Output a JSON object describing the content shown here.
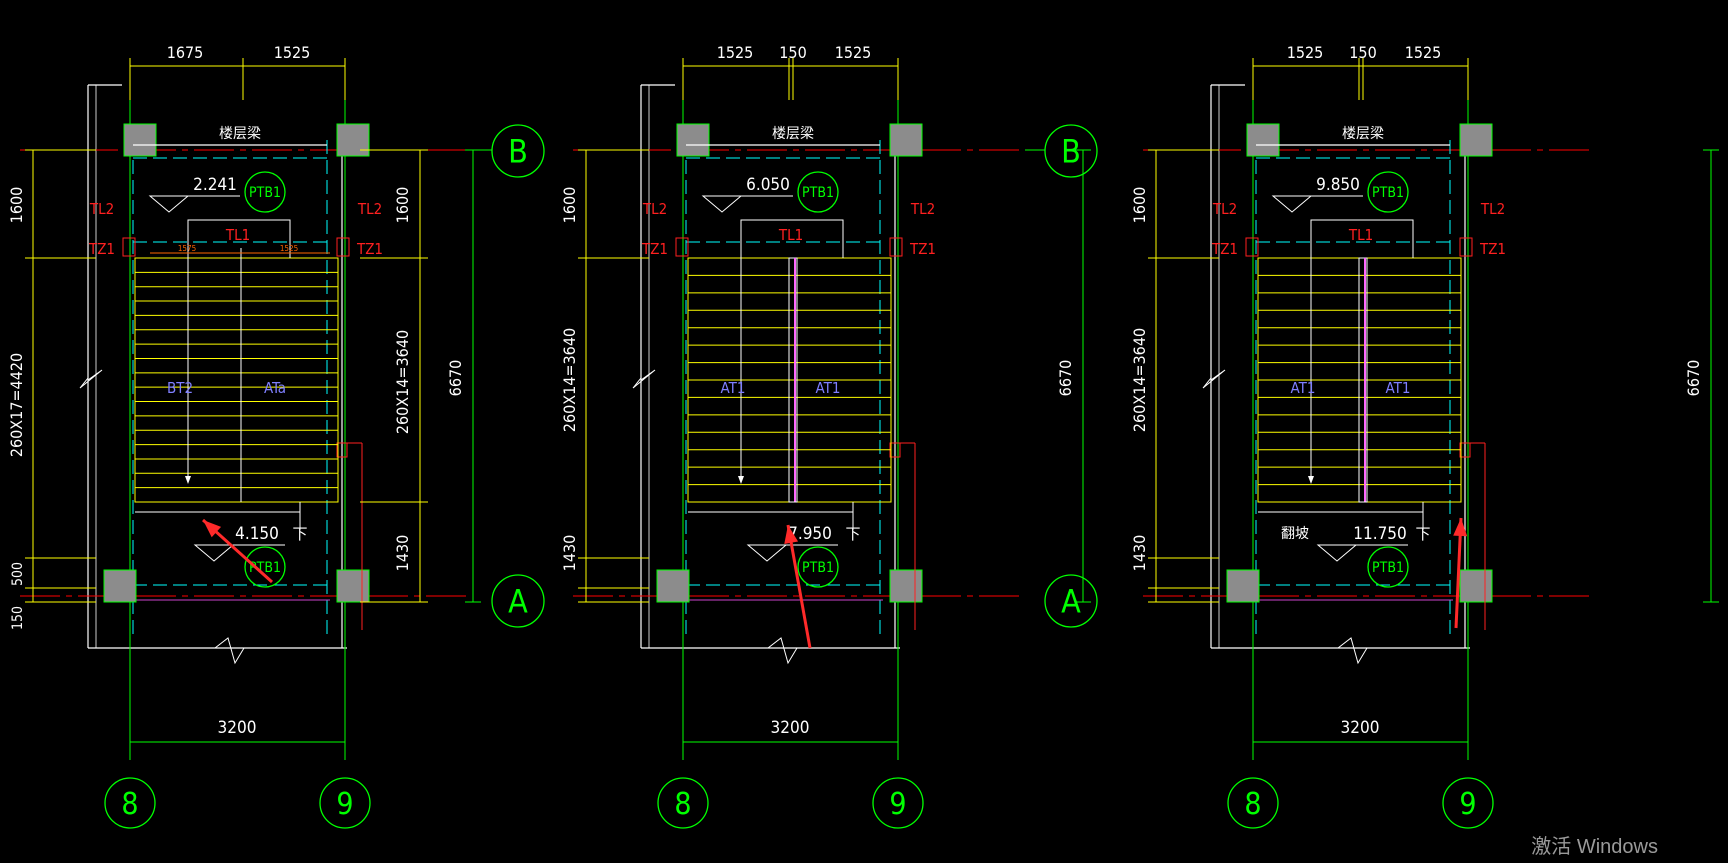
{
  "colors": {
    "background": "#000000",
    "wall": "#ffffff",
    "stair": "#ffff00",
    "dim": "#ffff00",
    "axis_grid": "#00ff00",
    "beam_label": "#ff2020",
    "center_line": "#ff0000",
    "cyan_dashed": "#00ffff",
    "column": "#8c8c8c",
    "slab_label": "#7f7fff",
    "arrow": "#ff2a2a",
    "pink": "#ff66ff"
  },
  "plans": [
    {
      "id": "plan-1",
      "top_dims": [
        "1675",
        "1525"
      ],
      "beam_text": "楼层梁",
      "landing_top_elev": "2.241",
      "landing_bottom_elev": "4.150",
      "down_text": "下",
      "ptb_top": "PTB1",
      "ptb_bottom": "PTB1",
      "left_flight_label": "BT2",
      "right_flight_label": "ATa",
      "left_tl": "TL2",
      "right_tl": "TL2",
      "left_tz": "TZ1",
      "right_tz": "TZ1",
      "center_tl": "TL1",
      "small_dims": [
        "1575",
        "1525"
      ],
      "left_dims": [
        "1600",
        "260X17=4420",
        "500",
        "150"
      ],
      "right_dims": [
        "1600",
        "260X14=3640",
        "1430"
      ],
      "total_dim": "6670",
      "bottom_dim": "3200",
      "axis_top": "B",
      "axis_bottom": "A",
      "axis_left": "8",
      "axis_right": "9",
      "extra_label": ""
    },
    {
      "id": "plan-2",
      "top_dims": [
        "1525",
        "150",
        "1525"
      ],
      "beam_text": "楼层梁",
      "landing_top_elev": "6.050",
      "landing_bottom_elev": "7.950",
      "down_text": "下",
      "ptb_top": "PTB1",
      "ptb_bottom": "PTB1",
      "left_flight_label": "AT1",
      "right_flight_label": "AT1",
      "left_tl": "TL2",
      "right_tl": "TL2",
      "left_tz": "TZ1",
      "right_tz": "TZ1",
      "center_tl": "TL1",
      "small_dims": [
        "",
        ""
      ],
      "left_dims": [
        "1600",
        "260X14=3640",
        "1430"
      ],
      "right_dims": [],
      "total_dim": "6670",
      "bottom_dim": "3200",
      "axis_top": "B",
      "axis_bottom": "A",
      "axis_left": "8",
      "axis_right": "9",
      "extra_label": ""
    },
    {
      "id": "plan-3",
      "top_dims": [
        "1525",
        "150",
        "1525"
      ],
      "beam_text": "楼层梁",
      "landing_top_elev": "9.850",
      "landing_bottom_elev": "11.750",
      "down_text": "下",
      "ptb_top": "PTB1",
      "ptb_bottom": "PTB1",
      "left_flight_label": "AT1",
      "right_flight_label": "AT1",
      "left_tl": "TL2",
      "right_tl": "TL2",
      "left_tz": "TZ1",
      "right_tz": "TZ1",
      "center_tl": "TL1",
      "small_dims": [
        "",
        ""
      ],
      "left_dims": [
        "1600",
        "260X14=3640",
        "1430"
      ],
      "right_dims": [],
      "total_dim": "6670",
      "bottom_dim": "3200",
      "axis_top": "",
      "axis_bottom": "",
      "axis_left": "8",
      "axis_right": "9",
      "extra_label": "翻坡"
    }
  ],
  "watermark": "激活 Windows"
}
